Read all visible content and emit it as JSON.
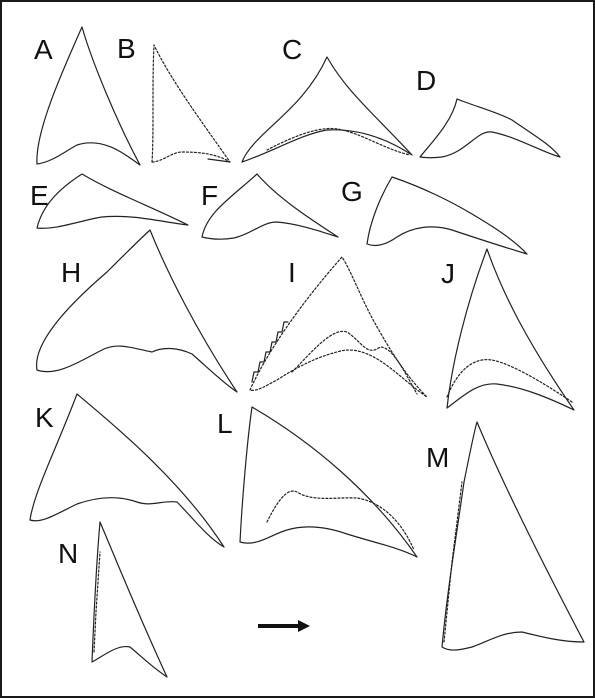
{
  "figure": {
    "panels": [
      {
        "label": "A"
      },
      {
        "label": "B"
      },
      {
        "label": "C"
      },
      {
        "label": "D"
      },
      {
        "label": "E"
      },
      {
        "label": "F"
      },
      {
        "label": "G"
      },
      {
        "label": "H"
      },
      {
        "label": "I"
      },
      {
        "label": "J"
      },
      {
        "label": "K"
      },
      {
        "label": "L"
      },
      {
        "label": "M"
      },
      {
        "label": "N"
      }
    ],
    "arrow_direction": "right",
    "colors": {
      "stroke": "#222222",
      "frame": "#1a1a1a",
      "background": "#ffffff"
    }
  }
}
